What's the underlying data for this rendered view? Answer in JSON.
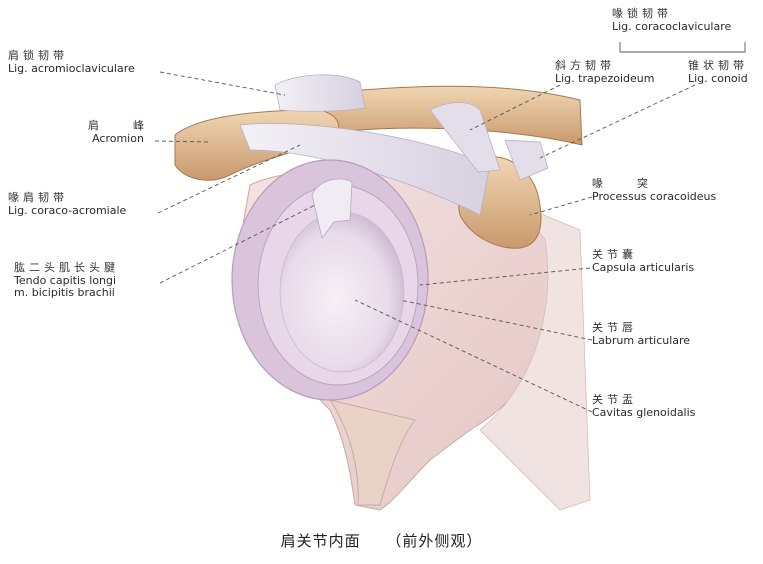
{
  "labels": {
    "coracoclavicular": {
      "zh": "喙锁韧带",
      "en": "Lig. coracoclaviculare"
    },
    "acromioclavicular": {
      "zh": "肩锁韧带",
      "en": "Lig. acromioclaviculare"
    },
    "trapezoid": {
      "zh": "斜方韧带",
      "en": "Lig. trapezoideum"
    },
    "conoid": {
      "zh": "锥状韧带",
      "en": "Lig. conoid"
    },
    "acromion": {
      "zh": "肩　　峰",
      "en": "Acromion"
    },
    "coracoid": {
      "zh": "喙　　突",
      "en": "Processus coracoideus"
    },
    "coracoacromial": {
      "zh": "喙肩韧带",
      "en": "Lig. coraco-acromiale"
    },
    "capsule": {
      "zh": "关节囊",
      "en": "Capsula articularis"
    },
    "biceps": {
      "zh": "肱二头肌长头腱",
      "en1": "Tendo capitis longi",
      "en2": "m. bicipitis brachii"
    },
    "labrum": {
      "zh": "关节唇",
      "en": "Labrum articulare"
    },
    "glenoid": {
      "zh": "关节盂",
      "en": "Cavitas glenoidalis"
    }
  },
  "caption": {
    "main": "肩关节内面",
    "sub": "（前外侧观）"
  },
  "colors": {
    "bone": "#e7c7a0",
    "bone_shadow": "#c99a6e",
    "ligament": "#e8e4ee",
    "capsule": "#dccbe0",
    "glenoid": "#efe6f1",
    "leader": "#555555"
  }
}
